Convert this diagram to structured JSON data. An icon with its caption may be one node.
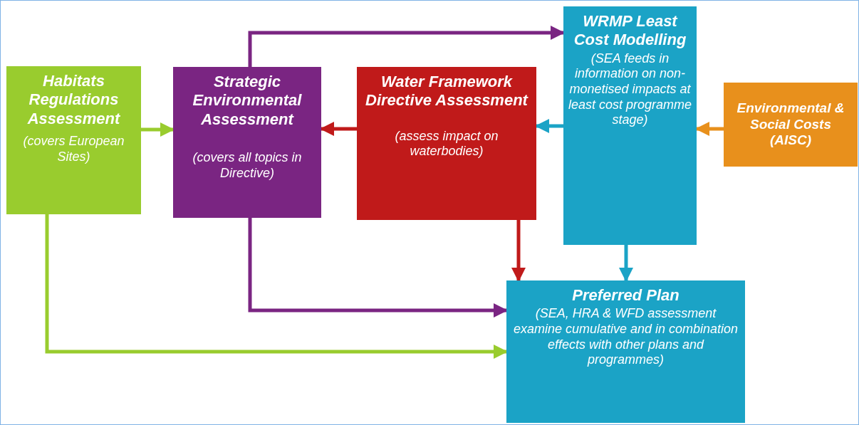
{
  "diagram": {
    "nodes": [
      {
        "text": [
          "Habitats Regulations Assessment",
          "(covers European Sites)"
        ]
      },
      {
        "text": [
          "Strategic Environmental Assessment",
          "(covers all topics in Directive)"
        ]
      },
      {
        "text": [
          "Water Framework Directive Assessment",
          "(assess impact on waterbodies)"
        ]
      },
      {
        "text": [
          "WRMP Least Cost Modelling",
          "(SEA feeds in information on non-monetised impacts at least cost programme stage)"
        ]
      },
      {
        "text": [
          "Environmental & Social Costs (AISC)"
        ]
      },
      {
        "text": [
          "Preferred Plan",
          "(SEA, HRA  & WFD assessment examine cumulative and in combination effects with other plans and programmes)"
        ]
      }
    ],
    "edges": [
      {
        "from": 0,
        "to": 1,
        "arrow": "to",
        "color": "#99cc2e"
      },
      {
        "from": 2,
        "to": 1,
        "arrow": "to",
        "color": "#c01a1a"
      },
      {
        "from": 3,
        "to": 2,
        "arrow": "to",
        "color": "#1ba3c6"
      },
      {
        "from": 4,
        "to": 3,
        "arrow": "to",
        "color": "#e8901c"
      },
      {
        "from": 1,
        "to": 3,
        "arrow": "to",
        "color": "#7a2582"
      },
      {
        "from": 1,
        "to": 5,
        "arrow": "to",
        "color": "#7a2582"
      },
      {
        "from": 0,
        "to": 5,
        "arrow": "to",
        "color": "#99cc2e"
      },
      {
        "from": 2,
        "to": 5,
        "arrow": "to",
        "color": "#c01a1a"
      },
      {
        "from": 3,
        "to": 5,
        "arrow": "to",
        "color": "#1ba3c6"
      }
    ]
  }
}
